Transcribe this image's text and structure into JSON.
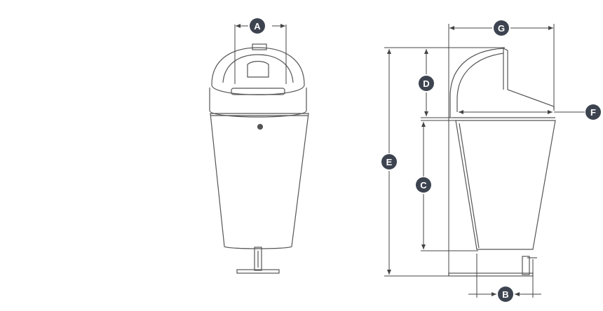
{
  "diagram": {
    "colors": {
      "line": "#444444",
      "badge_fill": "#3d4450",
      "badge_text": "#ffffff",
      "background": "#ffffff"
    },
    "badges": {
      "a": "A",
      "b": "B",
      "c": "C",
      "d": "D",
      "e": "E",
      "f": "F",
      "g": "G"
    },
    "views": [
      "front-view",
      "side-view"
    ]
  }
}
